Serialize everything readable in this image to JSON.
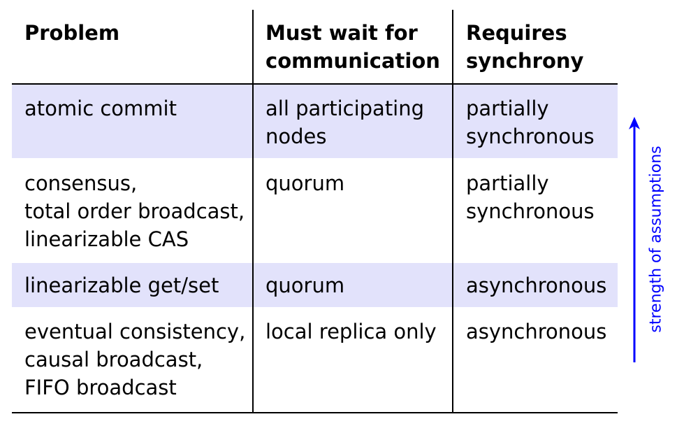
{
  "header": {
    "problem": "Problem",
    "wait": "Must wait for\ncommunication",
    "sync": "Requires\nsynchrony"
  },
  "rows": [
    {
      "problem": "atomic commit",
      "wait": "all participating\nnodes",
      "sync": "partially\nsynchronous",
      "shaded": true
    },
    {
      "problem": "consensus,\ntotal order broadcast,\nlinearizable CAS",
      "wait": "quorum",
      "sync": "partially\nsynchronous",
      "shaded": false
    },
    {
      "problem": "linearizable get/set",
      "wait": "quorum",
      "sync": "asynchronous",
      "shaded": true
    },
    {
      "problem": "eventual consistency,\ncausal broadcast,\nFIFO broadcast",
      "wait": "local replica only",
      "sync": "asynchronous",
      "shaded": false
    }
  ],
  "arrow": {
    "label": "strength of assumptions",
    "color": "#0000ff"
  },
  "colors": {
    "shade": "#e2e2fb"
  }
}
